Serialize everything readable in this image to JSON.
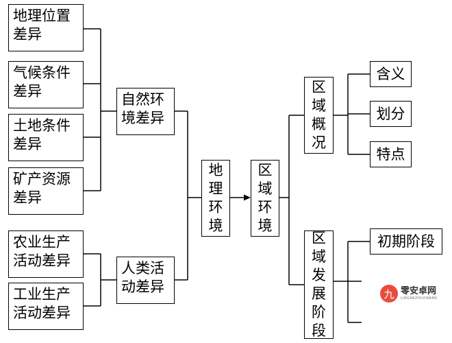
{
  "left_boxes": [
    {
      "line1": "地理位置",
      "line2": "差异"
    },
    {
      "line1": "气候条件",
      "line2": "差异"
    },
    {
      "line1": "土地条件",
      "line2": "差异"
    },
    {
      "line1": "矿产资源",
      "line2": "差异"
    },
    {
      "line1": "农业生产",
      "line2": "活动差异"
    },
    {
      "line1": "工业生产",
      "line2": "活动差异"
    }
  ],
  "mid_boxes": {
    "natural": {
      "line1": "自然环",
      "line2": "境差异"
    },
    "human": {
      "line1": "人类活",
      "line2": "动差异"
    }
  },
  "geo_env": [
    "地",
    "理",
    "环",
    "境"
  ],
  "region_env": [
    "区",
    "域",
    "环",
    "境"
  ],
  "region_overview": [
    "区",
    "域",
    "概",
    "况"
  ],
  "region_stages": [
    "区",
    "域",
    "发",
    "展",
    "阶",
    "段"
  ],
  "overview_items": [
    "含义",
    "划分",
    "特点"
  ],
  "stage_items": [
    "初期阶段"
  ],
  "watermark": {
    "logo": "九",
    "title": "零安卓网",
    "subtitle": "LINGANZHUOWANG"
  }
}
